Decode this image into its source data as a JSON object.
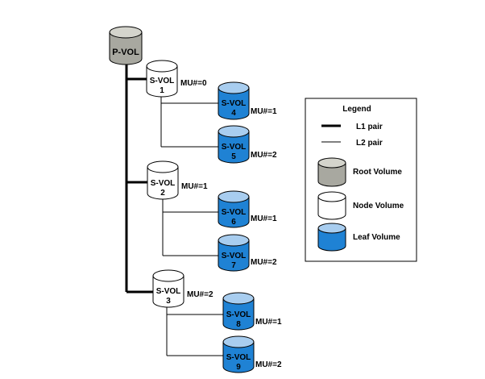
{
  "root": {
    "label": "P-VOL"
  },
  "nodes": [
    {
      "label": "S-VOL",
      "number": "1",
      "mu": "MU#=0",
      "leaves": [
        {
          "label": "S-VOL",
          "number": "4",
          "mu": "MU#=1"
        },
        {
          "label": "S-VOL",
          "number": "5",
          "mu": "MU#=2"
        }
      ]
    },
    {
      "label": "S-VOL",
      "number": "2",
      "mu": "MU#=1",
      "leaves": [
        {
          "label": "S-VOL",
          "number": "6",
          "mu": "MU#=1"
        },
        {
          "label": "S-VOL",
          "number": "7",
          "mu": "MU#=2"
        }
      ]
    },
    {
      "label": "S-VOL",
      "number": "3",
      "mu": "MU#=2",
      "leaves": [
        {
          "label": "S-VOL",
          "number": "8",
          "mu": "MU#=1"
        },
        {
          "label": "S-VOL",
          "number": "9",
          "mu": "MU#=2"
        }
      ]
    }
  ],
  "legend": {
    "title": "Legend",
    "l1": "L1 pair",
    "l2": "L2 pair",
    "root": "Root Volume",
    "node": "Node Volume",
    "leaf": "Leaf Volume"
  },
  "colors": {
    "root_body": "#a8a8a0",
    "root_top": "#d4d4cc",
    "node_body": "#ffffff",
    "node_top": "#ffffff",
    "leaf_body": "#1f82d4",
    "leaf_top": "#a8cdef",
    "stroke": "#000000"
  }
}
